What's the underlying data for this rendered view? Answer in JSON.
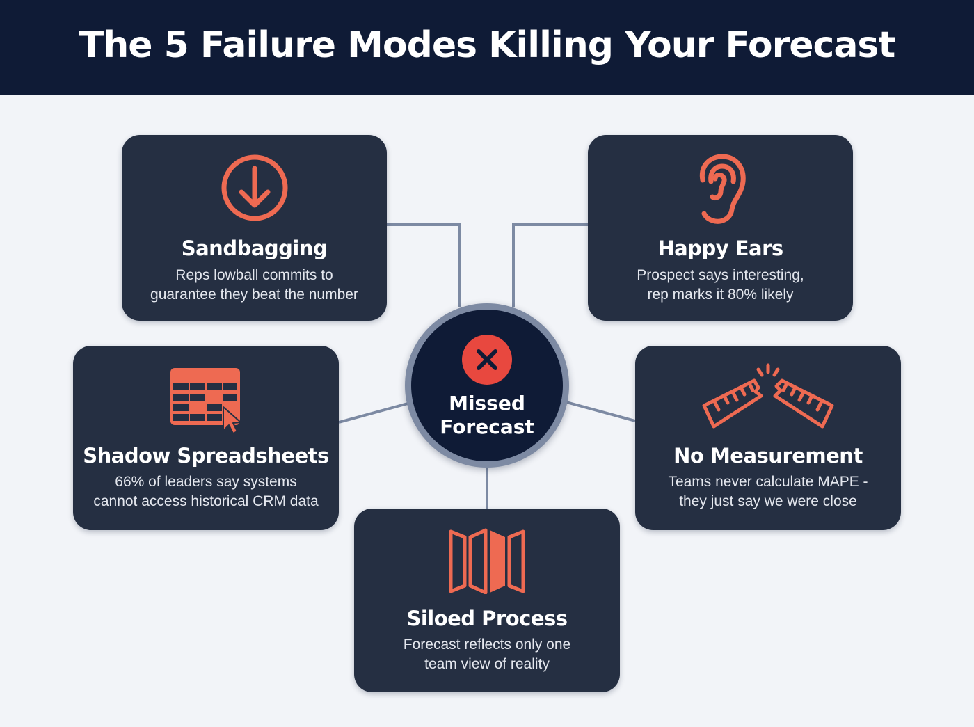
{
  "header": {
    "title": "The 5 Failure Modes Killing Your Forecast"
  },
  "hub": {
    "icon": "x-circle-icon",
    "label_line1": "Missed",
    "label_line2": "Forecast"
  },
  "cards": [
    {
      "id": "sandbagging",
      "icon": "arrow-down-circle-icon",
      "title": "Sandbagging",
      "desc_line1": "Reps lowball commits to",
      "desc_line2": "guarantee they beat the number"
    },
    {
      "id": "happy-ears",
      "icon": "ear-icon",
      "title": "Happy Ears",
      "desc_line1": "Prospect says interesting,",
      "desc_line2": "rep marks it 80% likely"
    },
    {
      "id": "shadow-spreadsheets",
      "icon": "spreadsheet-cursor-icon",
      "title": "Shadow Spreadsheets",
      "desc_line1": "66% of leaders say systems",
      "desc_line2": "cannot access historical CRM data"
    },
    {
      "id": "no-measurement",
      "icon": "broken-ruler-icon",
      "title": "No Measurement",
      "desc_line1": "Teams never calculate MAPE -",
      "desc_line2": "they just say we were close"
    },
    {
      "id": "siloed-process",
      "icon": "silo-panels-icon",
      "title": "Siloed Process",
      "desc_line1": "Forecast reflects only one",
      "desc_line2": "team view of reality"
    }
  ],
  "colors": {
    "header_bg": "#0f1b36",
    "page_bg": "#f2f4f8",
    "card_bg": "#252f42",
    "accent": "#ee6a52",
    "hub_ring": "#7d8aa3",
    "hub_badge": "#e8483f",
    "connector": "#7d8aa3"
  }
}
